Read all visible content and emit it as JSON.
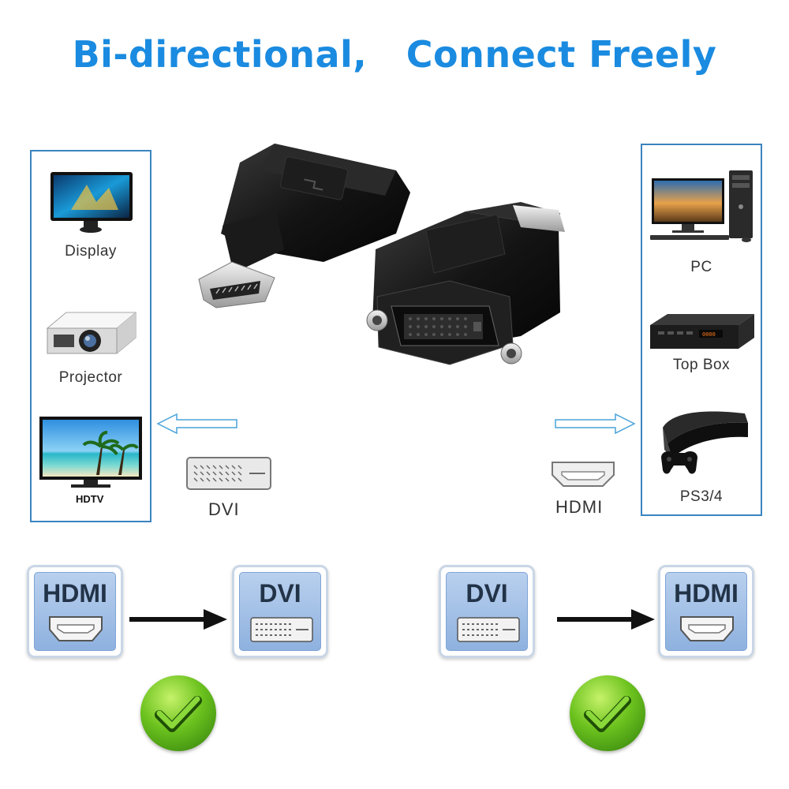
{
  "headline": "Bi-directional,   Connect Freely",
  "left_panel": {
    "devices": [
      {
        "label": "Display",
        "icon": "monitor-icon"
      },
      {
        "label": "Projector",
        "icon": "projector-icon"
      },
      {
        "label": "HDTV",
        "icon": "tv-icon"
      }
    ]
  },
  "right_panel": {
    "devices": [
      {
        "label": "PC",
        "icon": "desktop-pc-icon"
      },
      {
        "label": "Top Box",
        "icon": "set-top-box-icon"
      },
      {
        "label": "PS3/4",
        "icon": "game-console-icon"
      }
    ]
  },
  "ports": {
    "left": {
      "label": "DVI",
      "icon": "dvi-port-icon"
    },
    "right": {
      "label": "HDMI",
      "icon": "hdmi-port-icon"
    }
  },
  "conversions": [
    {
      "from": "HDMI",
      "to": "DVI"
    },
    {
      "from": "DVI",
      "to": "HDMI"
    }
  ],
  "colors": {
    "headline": "#1a8be0",
    "panel_border": "#3a84bf",
    "arrow_outline": "#4aa3d8",
    "check_green": "#5cb81a"
  }
}
